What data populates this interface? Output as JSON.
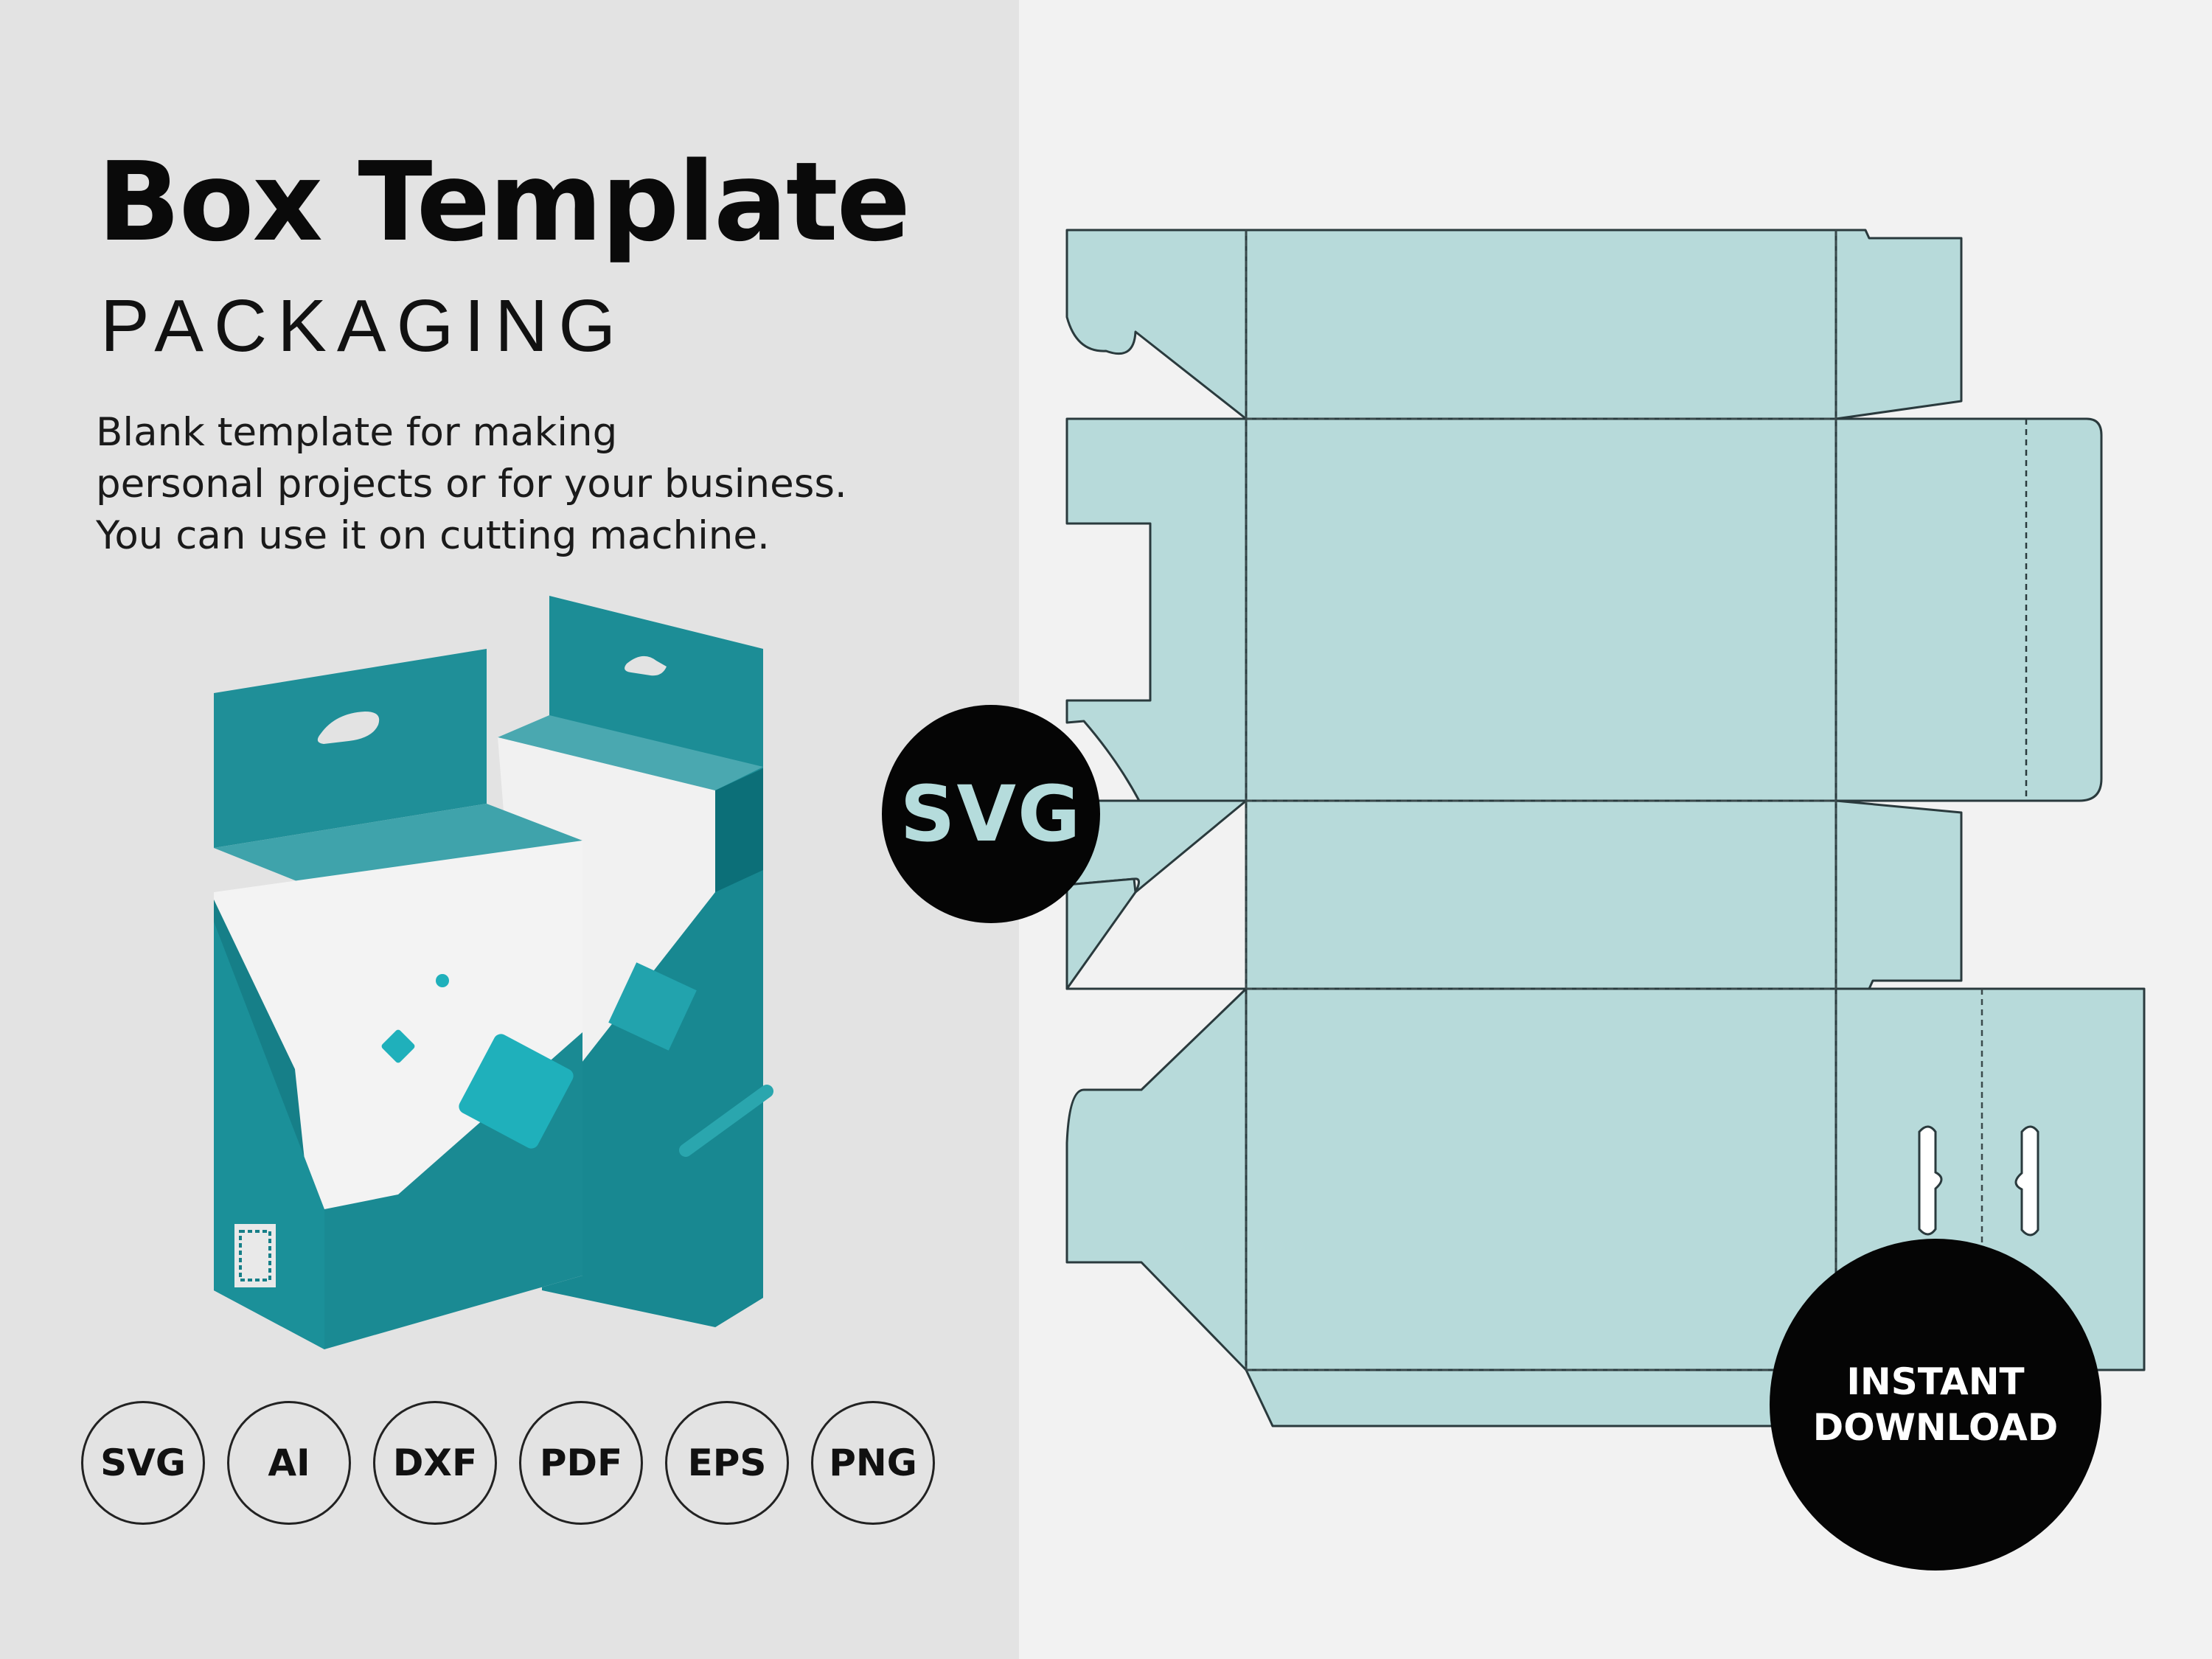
{
  "header": {
    "title": "Box Template",
    "subtitle": "PACKAGING"
  },
  "description": {
    "line1": "Blank template for making",
    "line2": "personal projects or for your business.",
    "line3": "You can use it on cutting machine."
  },
  "formats": [
    "SVG",
    "AI",
    "DXF",
    "PDF",
    "EPS",
    "PNG"
  ],
  "svg_badge": {
    "label": "SVG"
  },
  "download_badge": {
    "line1": "INSTANT",
    "line2": "DOWNLOAD"
  },
  "colors": {
    "left_background": "#e3e3e3",
    "right_background": "#f2f2f2",
    "dieline_fill": "#b7dada",
    "dieline_stroke": "#2a3a3d",
    "badge_fill": "#050505",
    "svg_badge_text": "#b5dcdc",
    "box_teal": "#1a8a93",
    "box_white": "#f3f3f3"
  },
  "icons": {
    "product": "hanging-retail-box-mockup",
    "dieline": "box-dieline-template"
  }
}
